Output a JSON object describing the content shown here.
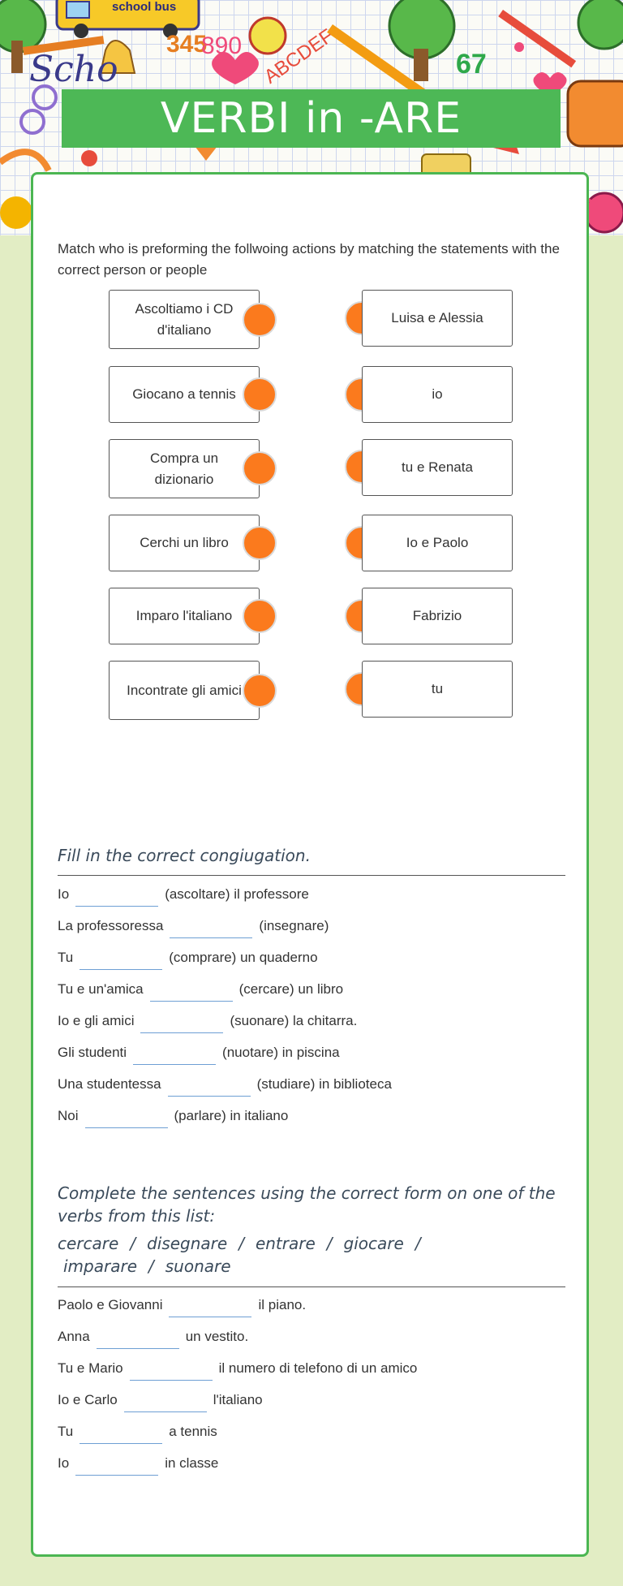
{
  "title": "VERBI in -ARE",
  "banner_text": {
    "bus": "school bus",
    "school": "Scho",
    "numbers": "345",
    "numbers2": "890",
    "abc": "ABCDEF",
    "digits": "67"
  },
  "matching": {
    "instructions": "Match who is preforming the follwoing actions by matching the statements with the correct person or people",
    "left": [
      "Ascoltiamo i CD d'italiano",
      "Giocano a tennis",
      "Compra un dizionario",
      "Cerchi un libro",
      "Imparo l'italiano",
      "Incontrate gli amici"
    ],
    "right": [
      "Luisa e Alessia",
      "io",
      "tu e Renata",
      "Io e Paolo",
      "Fabrizio",
      "tu"
    ],
    "dot_color": "#fb7a1d"
  },
  "fill": {
    "heading": "Fill in the correct congiugation.",
    "rows": [
      {
        "before": "Io",
        "after": "(ascoltare) il professore"
      },
      {
        "before": "La professoressa",
        "after": "(insegnare)"
      },
      {
        "before": "Tu",
        "after": "(comprare) un quaderno"
      },
      {
        "before": "Tu e un'amica",
        "after": "(cercare) un libro"
      },
      {
        "before": "Io e gli amici",
        "after": "(suonare) la chitarra."
      },
      {
        "before": "Gli studenti",
        "after": "(nuotare) in piscina"
      },
      {
        "before": "Una studentessa",
        "after": "(studiare) in biblioteca"
      },
      {
        "before": "Noi",
        "after": "(parlare) in italiano"
      }
    ]
  },
  "complete": {
    "heading": "Complete the sentences using the correct form on one of the verbs from this list:",
    "words_line1": [
      "cercare",
      "disegnare",
      "entrare",
      "giocare"
    ],
    "words_line2": [
      "imparare",
      "suonare"
    ],
    "separator": "/",
    "rows": [
      {
        "before": "Paolo e Giovanni",
        "after": "il piano."
      },
      {
        "before": "Anna",
        "after": "un vestito."
      },
      {
        "before": "Tu e Mario",
        "after": "il numero di telefono di un amico"
      },
      {
        "before": "Io e Carlo",
        "after": "l'italiano"
      },
      {
        "before": "Tu",
        "after": "a tennis"
      },
      {
        "before": "Io",
        "after": "in classe"
      }
    ]
  },
  "colors": {
    "accent_green": "#4db856",
    "page_bg": "#e2edc4",
    "blank_line": "#6e9fd4"
  }
}
